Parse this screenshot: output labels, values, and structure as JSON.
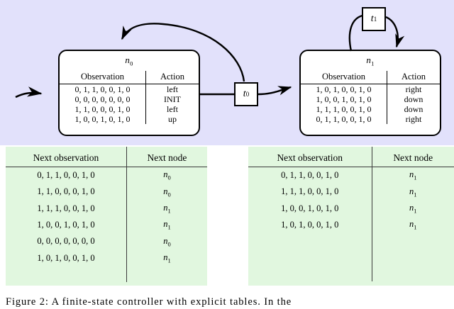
{
  "figure": {
    "caption": "Figure 2: A finite-state controller with explicit tables. In the"
  },
  "colors": {
    "diagram_background": "#e2e1fb",
    "table_background": "#e1f7df",
    "node_fill": "#ffffff",
    "stroke": "#000000"
  },
  "diagram": {
    "nodes": [
      {
        "id": "n0",
        "label": "n",
        "sub": "0",
        "headers": {
          "observation": "Observation",
          "action": "Action"
        },
        "rows": [
          {
            "observation": "0, 1, 1, 0, 0, 1, 0",
            "action": "left"
          },
          {
            "observation": "0, 0, 0, 0, 0, 0, 0",
            "action": "INIT"
          },
          {
            "observation": "1, 1, 0, 0, 0, 1, 0",
            "action": "left"
          },
          {
            "observation": "1, 0, 0, 1, 0, 1, 0",
            "action": "up"
          }
        ]
      },
      {
        "id": "n1",
        "label": "n",
        "sub": "1",
        "headers": {
          "observation": "Observation",
          "action": "Action"
        },
        "rows": [
          {
            "observation": "1, 0, 1, 0, 0, 1, 0",
            "action": "right"
          },
          {
            "observation": "1, 0, 0, 1, 0, 1, 0",
            "action": "down"
          },
          {
            "observation": "1, 1, 1, 0, 0, 1, 0",
            "action": "down"
          },
          {
            "observation": "0, 1, 1, 0, 0, 1, 0",
            "action": "right"
          }
        ]
      }
    ],
    "transitions": [
      {
        "id": "t0",
        "label": "t",
        "sub": "0"
      },
      {
        "id": "t1",
        "label": "t",
        "sub": "1"
      }
    ],
    "edges": [
      {
        "name": "start-arrow",
        "from": "start",
        "to": "n0"
      },
      {
        "name": "n0-to-t0",
        "from": "n0",
        "to": "t0"
      },
      {
        "name": "t0-to-n1",
        "from": "t0",
        "to": "n1"
      },
      {
        "name": "t0-to-n0",
        "from": "t0",
        "to": "n0"
      },
      {
        "name": "n1-self-loop",
        "from": "n1",
        "to": "n1",
        "via": "t1"
      }
    ]
  },
  "tables": [
    {
      "id": "t0-table",
      "headers": {
        "next_observation": "Next observation",
        "next_node": "Next node"
      },
      "rows": [
        {
          "next_observation": "0, 1, 1, 0, 0, 1, 0",
          "next_node": "n",
          "next_node_sub": "0"
        },
        {
          "next_observation": "1, 1, 0, 0, 0, 1, 0",
          "next_node": "n",
          "next_node_sub": "0"
        },
        {
          "next_observation": "1, 1, 1, 0, 0, 1, 0",
          "next_node": "n",
          "next_node_sub": "1"
        },
        {
          "next_observation": "1, 0, 0, 1, 0, 1, 0",
          "next_node": "n",
          "next_node_sub": "1"
        },
        {
          "next_observation": "0, 0, 0, 0, 0, 0, 0",
          "next_node": "n",
          "next_node_sub": "0"
        },
        {
          "next_observation": "1, 0, 1, 0, 0, 1, 0",
          "next_node": "n",
          "next_node_sub": "1"
        }
      ]
    },
    {
      "id": "t1-table",
      "headers": {
        "next_observation": "Next observation",
        "next_node": "Next node"
      },
      "rows": [
        {
          "next_observation": "0, 1, 1, 0, 0, 1, 0",
          "next_node": "n",
          "next_node_sub": "1"
        },
        {
          "next_observation": "1, 1, 1, 0, 0, 1, 0",
          "next_node": "n",
          "next_node_sub": "1"
        },
        {
          "next_observation": "1, 0, 0, 1, 0, 1, 0",
          "next_node": "n",
          "next_node_sub": "1"
        },
        {
          "next_observation": "1, 0, 1, 0, 0, 1, 0",
          "next_node": "n",
          "next_node_sub": "1"
        }
      ]
    }
  ]
}
